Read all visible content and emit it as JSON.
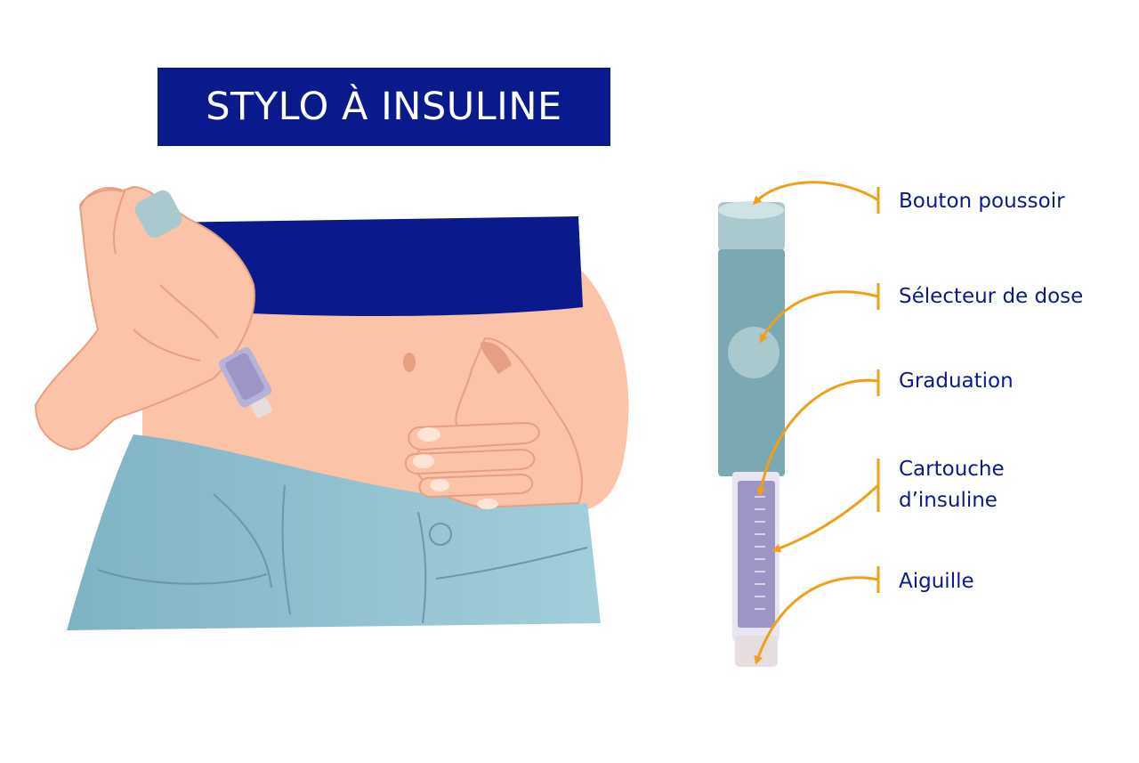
{
  "title": "STYLO À INSULINE",
  "colors": {
    "navy": "#0a1a8c",
    "arrow": "#f0a018",
    "skin": "#fbc3a7",
    "skin_dark": "#e69f83",
    "jeans": "#8fbfcf",
    "pen_body": "#7aa8b3",
    "pen_cap": "#a9c9cf",
    "cartridge": "#9c95c6"
  },
  "labels": {
    "push_button": "Bouton poussoir",
    "dose_selector": "Sélecteur de dose",
    "graduation": "Graduation",
    "cartridge_line1": "Cartouche",
    "cartridge_line2": "d’insuline",
    "needle": "Aiguille"
  }
}
